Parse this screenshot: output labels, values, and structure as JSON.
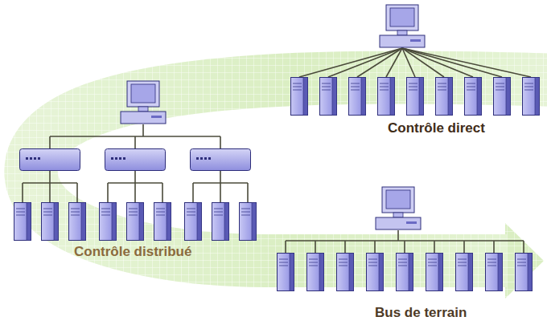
{
  "diagram": {
    "labels": [
      "Contrôle direct",
      "Contrôle distribué",
      "Bus de terrain"
    ]
  }
}
